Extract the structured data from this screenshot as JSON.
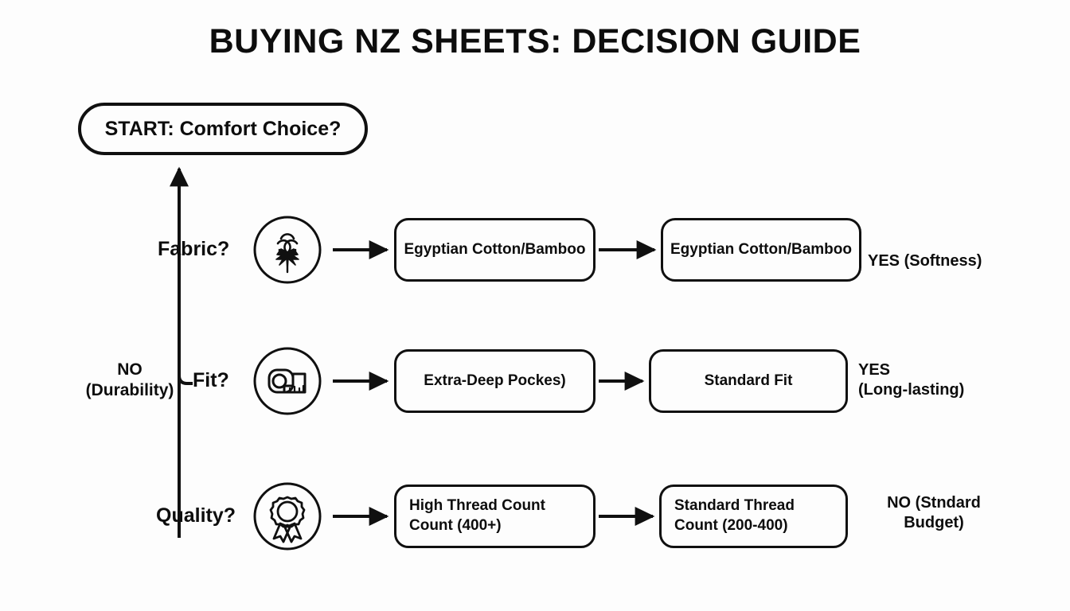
{
  "page": {
    "title": "BUYING NZ SHEETS: DECISION GUIDE",
    "background_color": "#fdfdfd",
    "line_color": "#101010",
    "text_color": "#0d0d0d"
  },
  "start": {
    "label": "START: Comfort Choice?",
    "shape": "pill"
  },
  "branch": {
    "no_label": "NO\n(Durability)"
  },
  "rows": [
    {
      "question": "Fabric?",
      "icon": "cotton-boll-icon",
      "first_box": "Egyptian Cotton/Bamboo",
      "second_box": "Egyptian Cotton/Bamboo",
      "outcome": "YES (Softness)"
    },
    {
      "question": "Fit?",
      "icon": "tape-measure-icon",
      "first_box": "Extra-Deep Pockes)",
      "second_box": "Standard Fit",
      "outcome": "YES\n(Long-lasting)"
    },
    {
      "question": "Quality?",
      "icon": "award-rosette-icon",
      "first_box": "High Thread Count\nCount (400+)",
      "second_box": "Standard Thread\nCount (200-400)",
      "outcome": "NO (Stndard\nBudget)"
    }
  ]
}
